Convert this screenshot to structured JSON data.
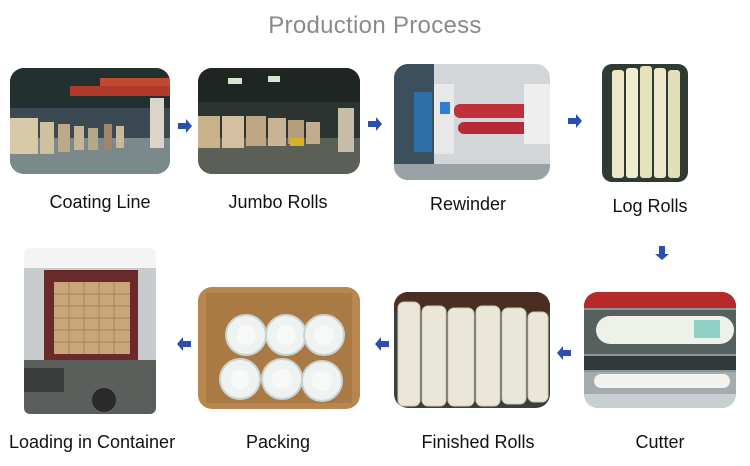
{
  "title": "Production Process",
  "steps": [
    {
      "label": "Coating Line",
      "image": "coating-line-photo"
    },
    {
      "label": "Jumbo Rolls",
      "image": "jumbo-rolls-photo"
    },
    {
      "label": "Rewinder",
      "image": "rewinder-photo"
    },
    {
      "label": "Log Rolls",
      "image": "log-rolls-photo"
    },
    {
      "label": "Cutter",
      "image": "cutter-photo"
    },
    {
      "label": "Finished Rolls",
      "image": "finished-rolls-photo"
    },
    {
      "label": "Packing",
      "image": "packing-photo"
    },
    {
      "label": "Loading in Container",
      "image": "loading-container-photo"
    }
  ],
  "arrow_color": "#2a4fb0",
  "arrows": [
    "arrow-right-icon",
    "arrow-right-icon",
    "arrow-right-icon",
    "arrow-down-icon",
    "arrow-left-icon",
    "arrow-left-icon",
    "arrow-left-icon"
  ]
}
